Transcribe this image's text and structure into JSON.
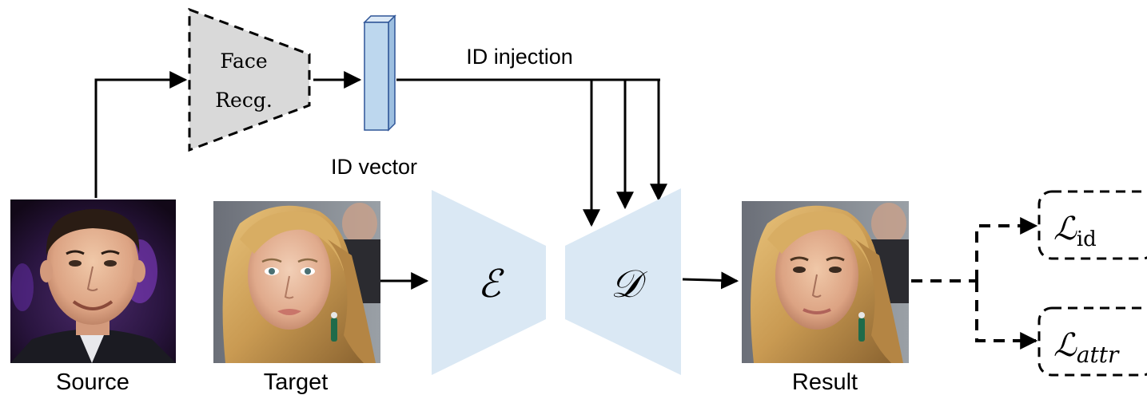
{
  "labels": {
    "face_recognition_line1": "Face",
    "face_recognition_line2": "Recg.",
    "id_injection": "ID injection",
    "id_vector": "ID vector",
    "source": "Source",
    "target": "Target",
    "result": "Result",
    "encoder_symbol": "ℰ",
    "decoder_symbol": "𝒟",
    "loss_id_main": "ℒ",
    "loss_id_sub": "id",
    "loss_attr_main": "ℒ",
    "loss_attr_sub": "attr"
  },
  "colors": {
    "face_recognition_fill": "#d9d9d9",
    "id_vector_fill": "#bdd7ee",
    "id_vector_stroke": "#2f5597",
    "encoder_decoder_fill": "#dae8f4",
    "line": "#000000"
  },
  "images": {
    "source": "photo of a smiling man with short dark hair, purple-lit background",
    "target": "photo of a woman with wavy blonde hair and green earring",
    "result": "photo of blended face: man's facial features with woman's blonde hair and earring"
  }
}
